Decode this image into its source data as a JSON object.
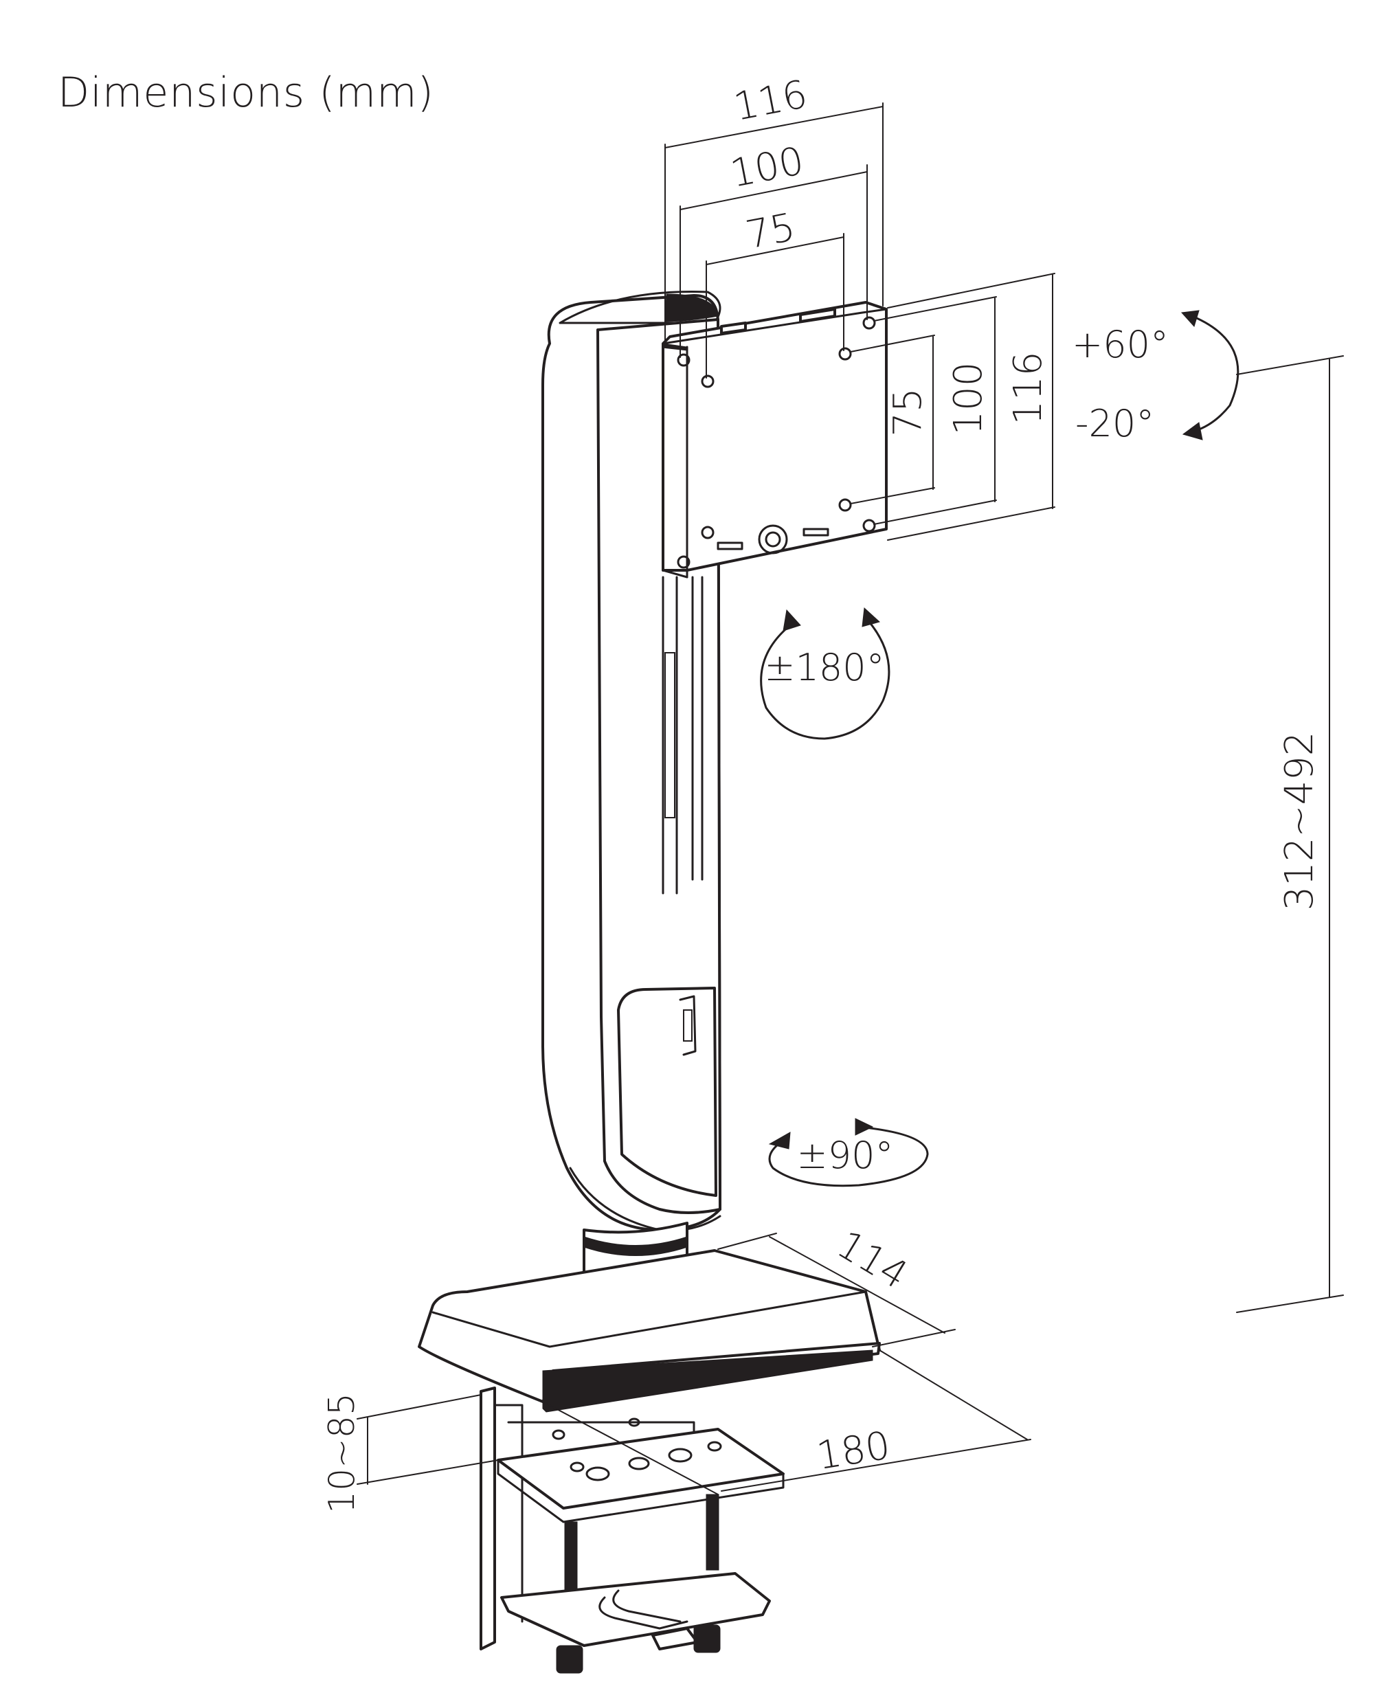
{
  "title": "Dimensions (mm)",
  "dimensions": {
    "vesa_width_116": "116",
    "vesa_width_100": "100",
    "vesa_width_75": "75",
    "vesa_height_75": "75",
    "vesa_height_100": "100",
    "vesa_height_116": "116",
    "height_range": "312~492",
    "base_depth": "114",
    "base_width": "180",
    "clamp_range": "10~85"
  },
  "rotations": {
    "tilt_up": "+60°",
    "tilt_down": "-20°",
    "rotation": "±180°",
    "swivel": "±90°"
  }
}
